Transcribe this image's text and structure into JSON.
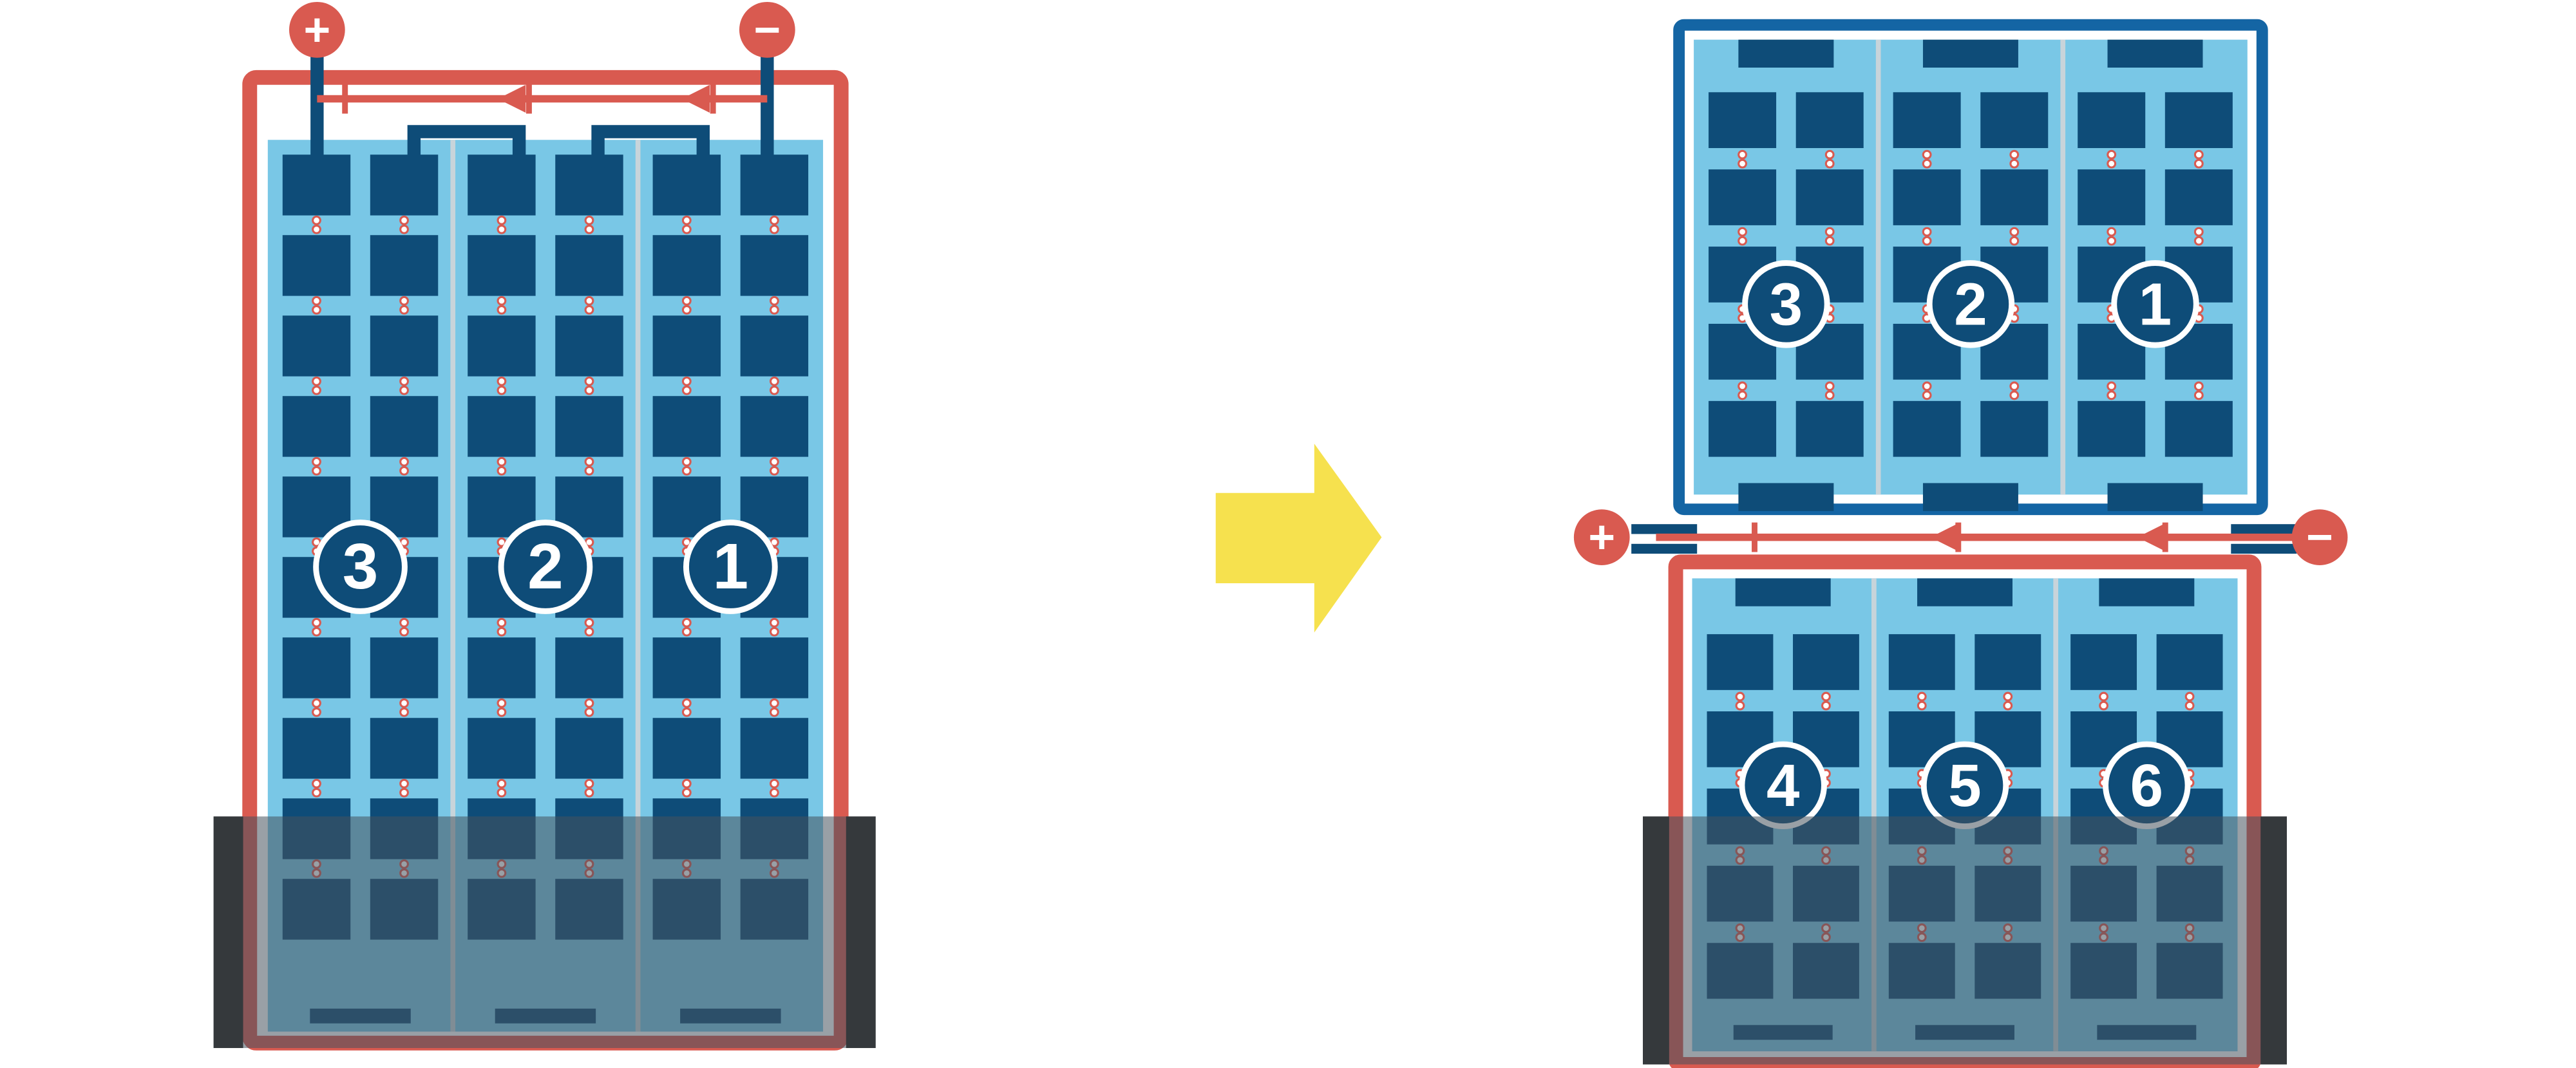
{
  "colors": {
    "red": "#d95a50",
    "navy": "#0e4c78",
    "frame_blue": "#1465a4",
    "light_blue": "#79c7e6",
    "separator": "#c8d4da",
    "dot_fill": "#ffffff",
    "dot_stroke": "#d95a50",
    "shade": "#46525c",
    "shade_bar": "#35393c",
    "arrow_yellow": "#f6e14e",
    "white": "#ffffff"
  },
  "left_module": {
    "cell_group_labels": [
      "3",
      "2",
      "1"
    ]
  },
  "right_top_module": {
    "cell_group_labels": [
      "3",
      "2",
      "1"
    ]
  },
  "right_bottom_module": {
    "cell_group_labels": [
      "4",
      "5",
      "6"
    ]
  },
  "terminals": {
    "left": {
      "plus": "+",
      "minus": "−"
    },
    "right": {
      "plus": "+",
      "minus": "−"
    }
  }
}
